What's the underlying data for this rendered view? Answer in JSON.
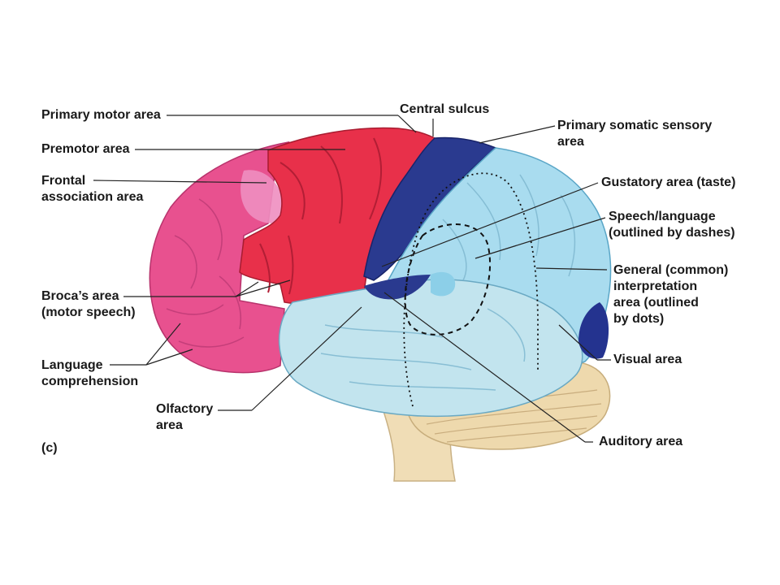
{
  "labels": {
    "primary_motor": "Primary motor area",
    "premotor": "Premotor area",
    "frontal_assoc": [
      "Frontal",
      "association area"
    ],
    "broca": [
      "Broca’s area",
      "(motor speech)"
    ],
    "language_comp": [
      "Language",
      "comprehension"
    ],
    "olfactory": [
      "Olfactory",
      "area"
    ],
    "panel": "(c)",
    "central_sulcus": "Central sulcus",
    "somatic_sensory": [
      "Primary somatic sensory",
      "area"
    ],
    "gustatory": "Gustatory area (taste)",
    "speech_language": [
      "Speech/language",
      "(outlined by dashes)"
    ],
    "general_interp": [
      "General (common)",
      "interpretation",
      "area (outlined",
      "by dots)"
    ],
    "visual": "Visual area",
    "auditory": "Auditory area"
  },
  "colors": {
    "frontal_association": "#e8518f",
    "motor_red": "#e8304a",
    "somatic_sensory": "#2a3a8f",
    "association_blue": "#a9dcef",
    "temporal_blue": "#c2e4ee",
    "visual_dark": "#24338f",
    "cerebellum": "#eed9ad",
    "brainstem": "#f0ddb6"
  }
}
